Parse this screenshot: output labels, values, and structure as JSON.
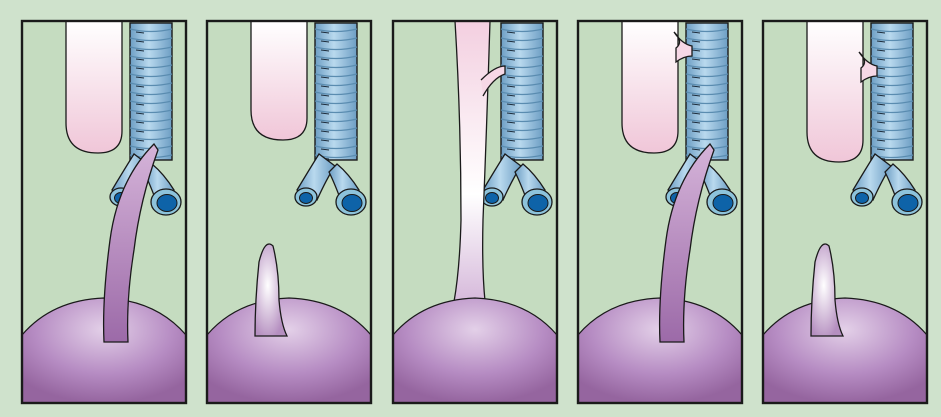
{
  "figure": {
    "panels": [
      {
        "id": "panel-1",
        "esophagus_pouch": true,
        "distal_fistula": true,
        "proximal_fistula": false,
        "esophagus_continuous": false
      },
      {
        "id": "panel-2",
        "esophagus_pouch": true,
        "distal_fistula": false,
        "proximal_fistula": false,
        "esophagus_continuous": false
      },
      {
        "id": "panel-3",
        "esophagus_pouch": false,
        "distal_fistula": false,
        "proximal_fistula": false,
        "esophagus_continuous": true,
        "h_fistula": true
      },
      {
        "id": "panel-4",
        "esophagus_pouch": true,
        "distal_fistula": true,
        "proximal_fistula": true,
        "esophagus_continuous": false
      },
      {
        "id": "panel-5",
        "esophagus_pouch": true,
        "distal_fistula": false,
        "proximal_fistula": true,
        "esophagus_continuous": false
      }
    ],
    "colors": {
      "background": "#cfe2cc",
      "panel_fill": "#c5dcc0",
      "trachea": "#8fbddb",
      "trachea_dark": "#5a8cb0",
      "bronchus_lumen": "#0e63a8",
      "esophagus_pink": "#f4dbe6",
      "stomach_purple": "#a87ab5",
      "outline": "#1a1a1a"
    }
  }
}
